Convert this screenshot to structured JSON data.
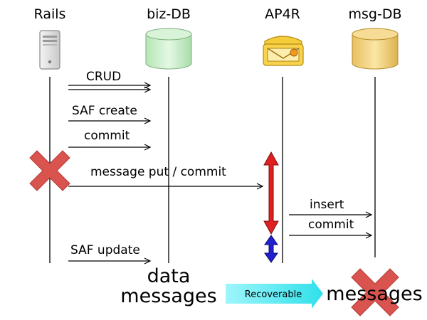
{
  "participants": {
    "rails": "Rails",
    "biz_db": "biz-DB",
    "ap4r": "AP4R",
    "msg_db": "msg-DB"
  },
  "messages": {
    "crud": "CRUD",
    "saf_create": "SAF create",
    "commit": "commit",
    "message_put_commit": "message put / commit",
    "insert": "insert",
    "commit_msg_db": "commit",
    "saf_update": "SAF update"
  },
  "footer": {
    "data": "data",
    "messages_biz": "messages",
    "recoverable": "Recoverable",
    "messages_msg": "messages"
  },
  "colors": {
    "failure_cross": "#d9534f",
    "red_arrow": "#e02020",
    "blue_arrow": "#2020d0",
    "recoverable_arrow": "#4de8f0",
    "biz_db_fill": "#c8efc8",
    "msg_db_fill": "#f3d68a"
  },
  "icons": {
    "rails": "server-icon",
    "biz_db": "database-icon",
    "ap4r": "envelope-icon",
    "msg_db": "database-icon",
    "failure": "cross-icon"
  }
}
